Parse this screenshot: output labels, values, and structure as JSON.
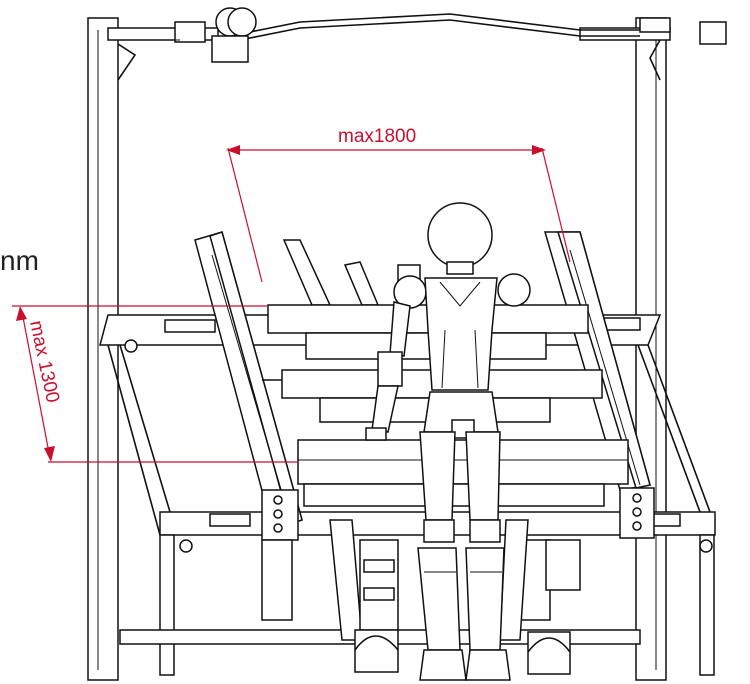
{
  "dimensions": {
    "width_label": "max1800",
    "height_label": "max 1300",
    "unit_fragment": "nm"
  },
  "colors": {
    "dimension": "#c8102e",
    "linework": "#111111",
    "background": "#ffffff"
  }
}
